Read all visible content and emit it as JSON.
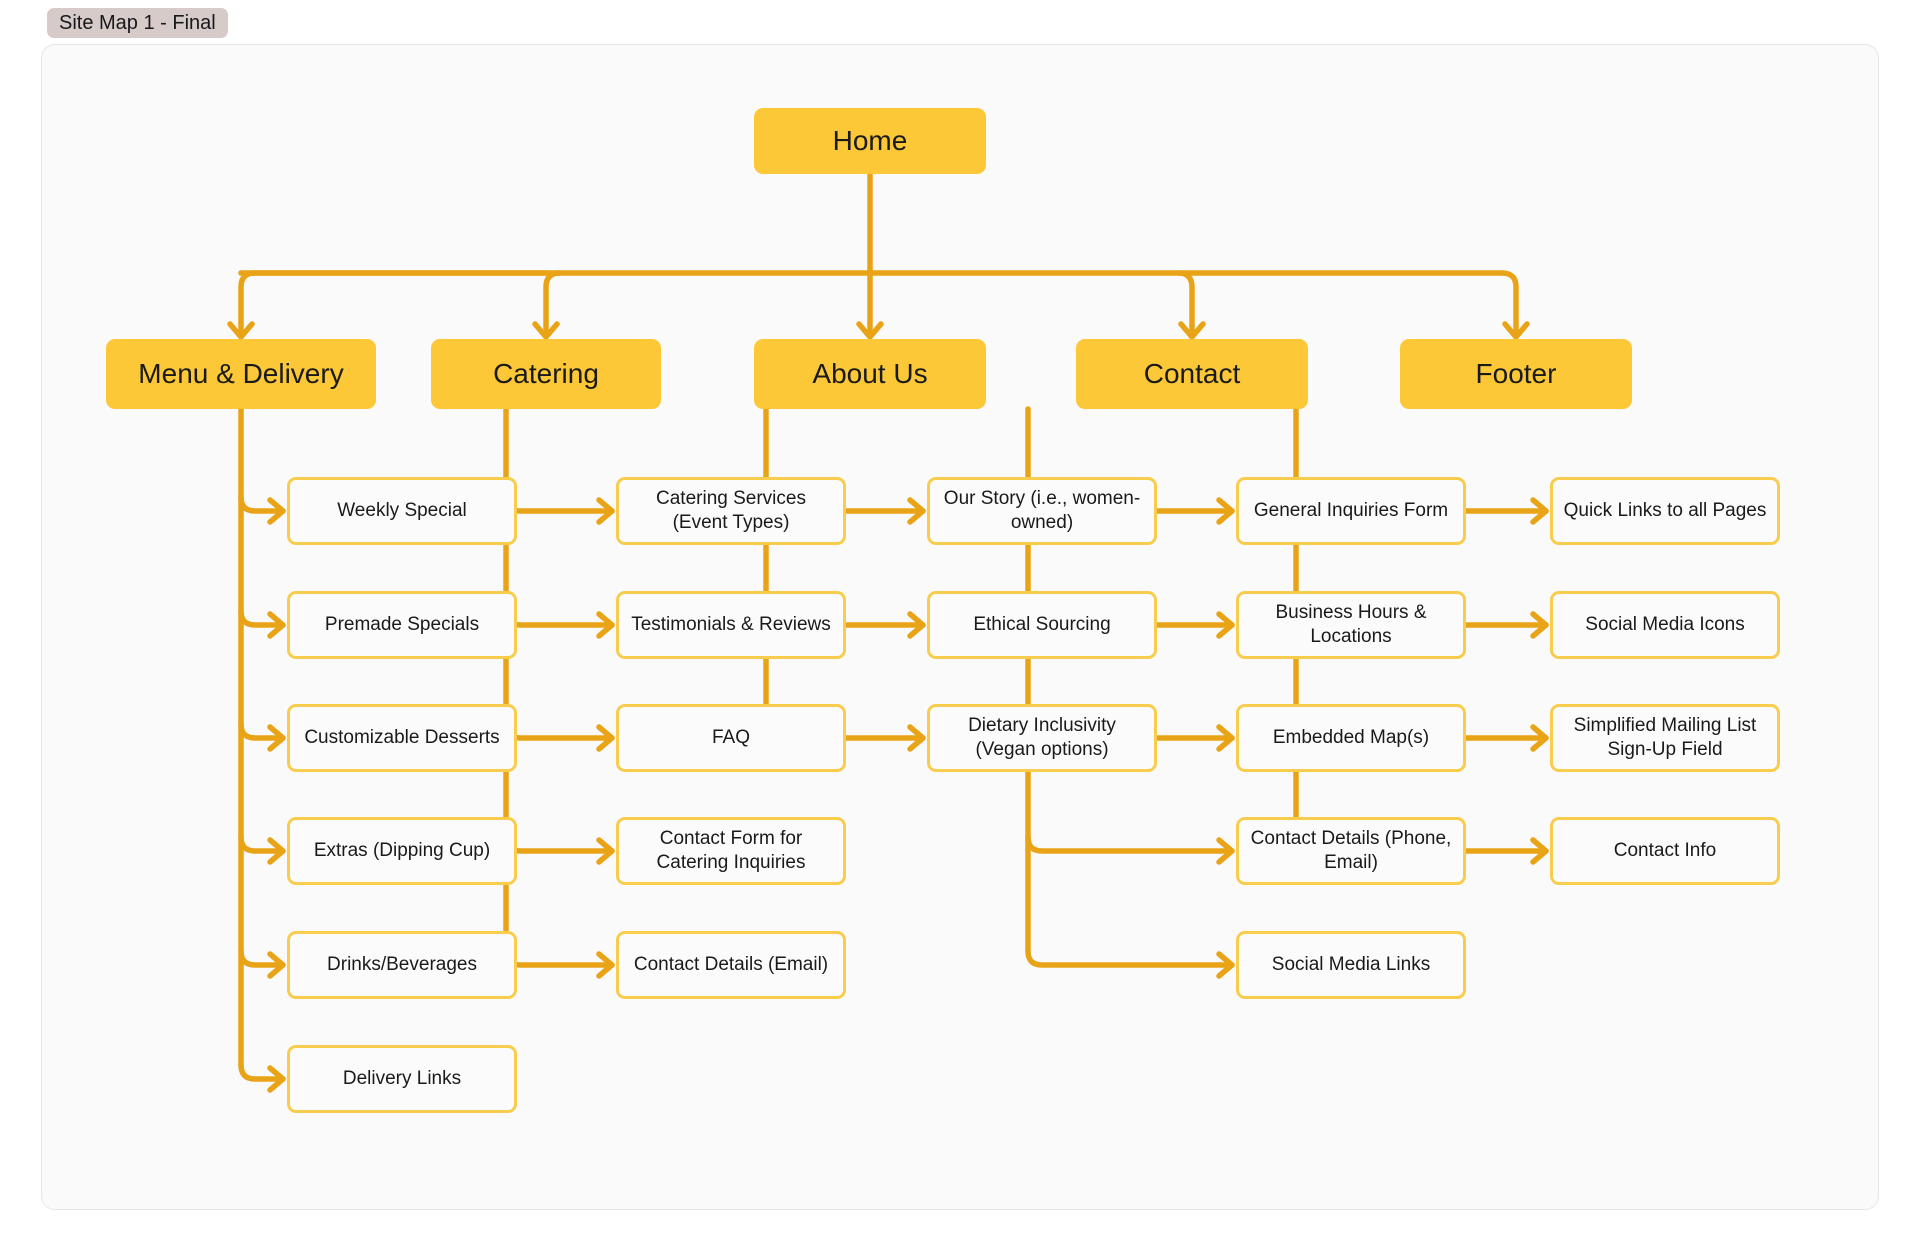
{
  "title": {
    "label": "Site Map 1 - Final"
  },
  "theme": {
    "node_fill": "#FCC838",
    "leaf_border": "#F8CC4C",
    "leaf_fill": "#FBFBFB",
    "edge_color": "#E9A316",
    "canvas_fill": "#FAFAFA",
    "chip_fill": "#D6CBC9",
    "text_color": "#1A1A1A"
  },
  "chart_data": {
    "type": "tree-diagram",
    "title": "Site Map 1 - Final",
    "root": "Home",
    "branches": [
      {
        "label": "Menu & Delivery",
        "children": [
          "Weekly Special",
          "Premade Specials",
          "Customizable Desserts",
          "Extras (Dipping Cup)",
          "Drinks/Beverages",
          "Delivery Links"
        ]
      },
      {
        "label": "Catering",
        "children": [
          "Catering Services (Event Types)",
          "Testimonials & Reviews",
          "FAQ",
          "Contact Form for Catering Inquiries",
          "Contact Details (Email)"
        ]
      },
      {
        "label": "About Us",
        "children": [
          "Our Story (i.e., women-owned)",
          "Ethical Sourcing",
          "Dietary Inclusivity (Vegan options)"
        ]
      },
      {
        "label": "Contact",
        "children": [
          "General Inquiries Form",
          "Business Hours & Locations",
          "Embedded Map(s)",
          "Contact Details (Phone, Email)",
          "Social Media Links"
        ]
      },
      {
        "label": "Footer",
        "children": [
          "Quick Links to all Pages",
          "Social Media Icons",
          "Simplified Mailing List Sign-Up Field",
          "Contact Info"
        ]
      }
    ]
  },
  "nodes": {
    "root": {
      "label": "Home"
    },
    "branch_0": {
      "label": "Menu & Delivery"
    },
    "branch_1": {
      "label": "Catering"
    },
    "branch_2": {
      "label": "About Us"
    },
    "branch_3": {
      "label": "Contact"
    },
    "branch_4": {
      "label": "Footer"
    },
    "leaf_0_0": {
      "label": "Weekly Special"
    },
    "leaf_0_1": {
      "label": "Premade Specials"
    },
    "leaf_0_2": {
      "label": "Customizable Desserts"
    },
    "leaf_0_3": {
      "label": "Extras (Dipping Cup)"
    },
    "leaf_0_4": {
      "label": "Drinks/Beverages"
    },
    "leaf_0_5": {
      "label": "Delivery Links"
    },
    "leaf_1_0": {
      "label": "Catering Services (Event Types)"
    },
    "leaf_1_1": {
      "label": "Testimonials & Reviews"
    },
    "leaf_1_2": {
      "label": "FAQ"
    },
    "leaf_1_3": {
      "label": "Contact Form for Catering Inquiries"
    },
    "leaf_1_4": {
      "label": "Contact Details (Email)"
    },
    "leaf_2_0": {
      "label": "Our Story (i.e., women-owned)"
    },
    "leaf_2_1": {
      "label": "Ethical Sourcing"
    },
    "leaf_2_2": {
      "label": "Dietary Inclusivity (Vegan options)"
    },
    "leaf_3_0": {
      "label": "General Inquiries Form"
    },
    "leaf_3_1": {
      "label": "Business Hours & Locations"
    },
    "leaf_3_2": {
      "label": "Embedded Map(s)"
    },
    "leaf_3_3": {
      "label": "Contact Details (Phone, Email)"
    },
    "leaf_3_4": {
      "label": "Social Media Links"
    },
    "leaf_4_0": {
      "label": "Quick Links to all Pages"
    },
    "leaf_4_1": {
      "label": "Social Media Icons"
    },
    "leaf_4_2": {
      "label": "Simplified Mailing List Sign-Up Field"
    },
    "leaf_4_3": {
      "label": "Contact Info"
    }
  }
}
